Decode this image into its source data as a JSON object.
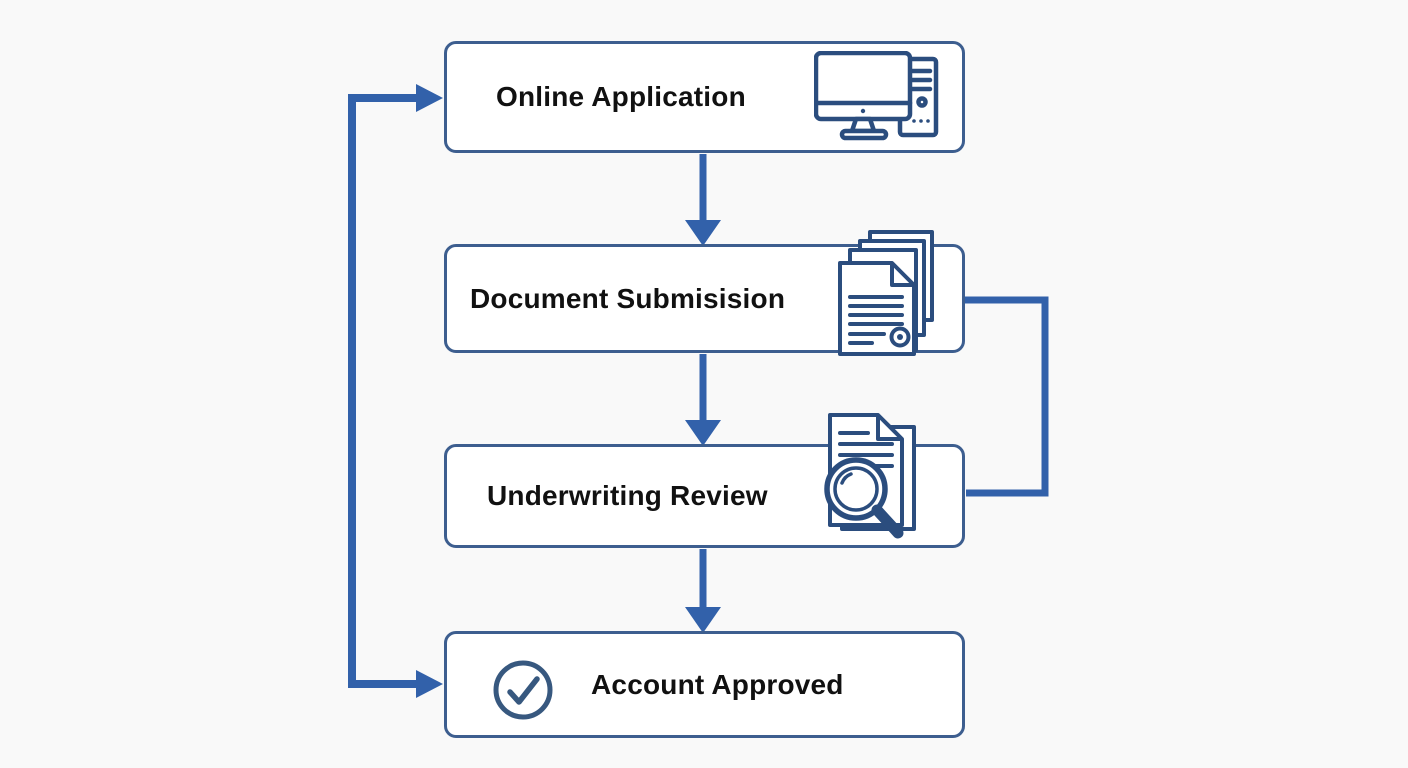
{
  "diagram": {
    "type": "flowchart",
    "colors": {
      "background": "#f9f9f9",
      "box_fill": "#ffffff",
      "box_border": "#3d5e8f",
      "connector": "#3261aa",
      "icon_stroke": "#2b4d7e",
      "text": "#111111"
    },
    "steps": [
      {
        "id": "online-application",
        "label": "Online Application",
        "icon": "desktop-computer-icon"
      },
      {
        "id": "document-submission",
        "label": "Document Submisision",
        "icon": "document-stack-icon"
      },
      {
        "id": "underwriting-review",
        "label": "Underwriting Review",
        "icon": "document-magnifier-icon"
      },
      {
        "id": "account-approved",
        "label": "Account Approved",
        "icon": "check-circle-icon"
      }
    ],
    "connectors": [
      {
        "from": "online-application",
        "to": "document-submission",
        "style": "straight-down-arrow"
      },
      {
        "from": "document-submission",
        "to": "underwriting-review",
        "style": "straight-down-arrow"
      },
      {
        "from": "underwriting-review",
        "to": "account-approved",
        "style": "straight-down-arrow"
      },
      {
        "from": "document-submission",
        "to": "underwriting-review",
        "style": "right-side-elbow-line",
        "arrowheads": "none"
      },
      {
        "from": "account-approved",
        "to": "online-application",
        "style": "left-side-elbow-line",
        "arrowheads": "into-both-boxes"
      }
    ]
  }
}
